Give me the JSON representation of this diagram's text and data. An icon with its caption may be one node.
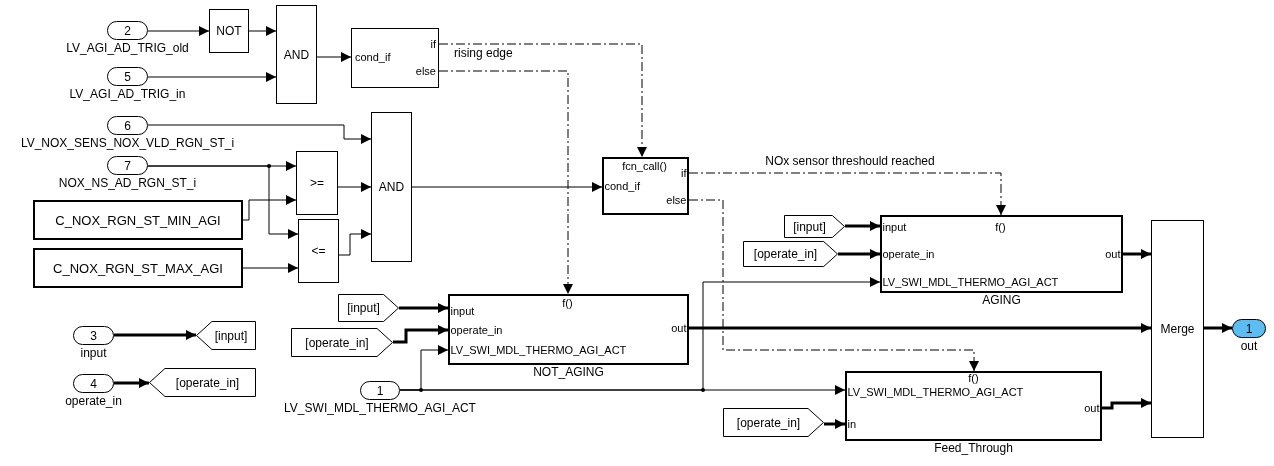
{
  "diagram": {
    "nodes": [
      {
        "text": [
          "2"
        ],
        "beside": [
          "LV_AGI_AD_TRIG_old"
        ]
      },
      {
        "text": [
          "NOT"
        ]
      },
      {
        "text": [
          "AND"
        ]
      },
      {
        "text": [
          "cond_if",
          "if",
          "else"
        ]
      },
      {
        "text": [
          "5"
        ],
        "beside": [
          "LV_AGI_AD_TRIG_in"
        ]
      },
      {
        "text": [
          "6"
        ],
        "beside": [
          "LV_NOX_SENS_NOX_VLD_RGN_ST_i"
        ]
      },
      {
        "text": [
          "7"
        ],
        "beside": [
          "NOX_NS_AD_RGN_ST_i"
        ]
      },
      {
        "text": [
          "C_NOX_RGN_ST_MIN_AGI"
        ]
      },
      {
        "text": [
          ">="
        ]
      },
      {
        "text": [
          "<="
        ]
      },
      {
        "text": [
          "C_NOX_RGN_ST_MAX_AGI"
        ]
      },
      {
        "text": [
          "AND"
        ]
      },
      {
        "text": [
          "fcn_call()",
          "cond_if",
          "if",
          "else"
        ]
      },
      {
        "text": [
          "f()",
          "input",
          "operate_in",
          "LV_SWI_MDL_THERMO_AGI_ACT",
          "out"
        ],
        "beside": [
          "AGING"
        ]
      },
      {
        "text": [
          "f()",
          "input",
          "operate_in",
          "LV_SWI_MDL_THERMO_AGI_ACT",
          "out"
        ],
        "beside": [
          "NOT_AGING"
        ]
      },
      {
        "text": [
          "f()",
          "LV_SWI_MDL_THERMO_AGI_ACT",
          "in",
          "out"
        ],
        "beside": [
          "Feed_Through"
        ]
      },
      {
        "text": [
          "Merge"
        ]
      },
      {
        "text": [
          "1"
        ],
        "beside": [
          "out"
        ]
      },
      {
        "text": [
          "3"
        ],
        "beside": [
          "input"
        ]
      },
      {
        "text": [
          "[input]"
        ]
      },
      {
        "text": [
          "4"
        ],
        "beside": [
          "operate_in"
        ]
      },
      {
        "text": [
          "[operate_in]"
        ]
      },
      {
        "text": [
          "[input]"
        ]
      },
      {
        "text": [
          "[operate_in]"
        ]
      },
      {
        "text": [
          "[input]"
        ]
      },
      {
        "text": [
          "[operate_in]"
        ]
      },
      {
        "text": [
          "1"
        ],
        "beside": [
          "LV_SWI_MDL_THERMO_AGI_ACT"
        ]
      },
      {
        "text": [
          "[operate_in]"
        ]
      }
    ],
    "edges": [
      {
        "from": 0,
        "to": 1,
        "arrow": "to"
      },
      {
        "from": 1,
        "to": 2,
        "arrow": "to"
      },
      {
        "from": 4,
        "to": 2,
        "arrow": "to"
      },
      {
        "from": 2,
        "to": 3,
        "arrow": "to"
      },
      {
        "from": 3,
        "to": 12,
        "arrow": "to",
        "label": "rising edge",
        "style": "dashed"
      },
      {
        "from": 3,
        "to": 14,
        "arrow": "to",
        "style": "dashed"
      },
      {
        "from": 5,
        "to": 11,
        "arrow": "to"
      },
      {
        "from": 6,
        "to": 8,
        "arrow": "to"
      },
      {
        "from": 6,
        "to": 9,
        "arrow": "to"
      },
      {
        "from": 7,
        "to": 8,
        "arrow": "to"
      },
      {
        "from": 10,
        "to": 9,
        "arrow": "to"
      },
      {
        "from": 8,
        "to": 11,
        "arrow": "to"
      },
      {
        "from": 9,
        "to": 11,
        "arrow": "to"
      },
      {
        "from": 11,
        "to": 12,
        "arrow": "to"
      },
      {
        "from": 12,
        "to": 13,
        "arrow": "to",
        "label": "NOx sensor threshould reached",
        "style": "dashed"
      },
      {
        "from": 12,
        "to": 15,
        "arrow": "to",
        "style": "dashed"
      },
      {
        "from": 22,
        "to": 13,
        "arrow": "to",
        "style": "thick"
      },
      {
        "from": 23,
        "to": 13,
        "arrow": "to",
        "style": "thick"
      },
      {
        "from": 24,
        "to": 14,
        "arrow": "to",
        "style": "thick"
      },
      {
        "from": 25,
        "to": 14,
        "arrow": "to",
        "style": "thick"
      },
      {
        "from": 26,
        "to": 14,
        "arrow": "to"
      },
      {
        "from": 26,
        "to": 13,
        "arrow": "to"
      },
      {
        "from": 26,
        "to": 15,
        "arrow": "to"
      },
      {
        "from": 13,
        "to": 16,
        "arrow": "to",
        "style": "thick"
      },
      {
        "from": 14,
        "to": 16,
        "arrow": "to",
        "style": "thick"
      },
      {
        "from": 15,
        "to": 16,
        "arrow": "to",
        "style": "thick"
      },
      {
        "from": 16,
        "to": 17,
        "arrow": "to",
        "style": "thick"
      },
      {
        "from": 18,
        "to": 19,
        "arrow": "to",
        "style": "thick"
      },
      {
        "from": 20,
        "to": 21,
        "arrow": "to",
        "style": "thick"
      },
      {
        "from": 27,
        "to": 15,
        "arrow": "to",
        "style": "thick"
      }
    ]
  }
}
